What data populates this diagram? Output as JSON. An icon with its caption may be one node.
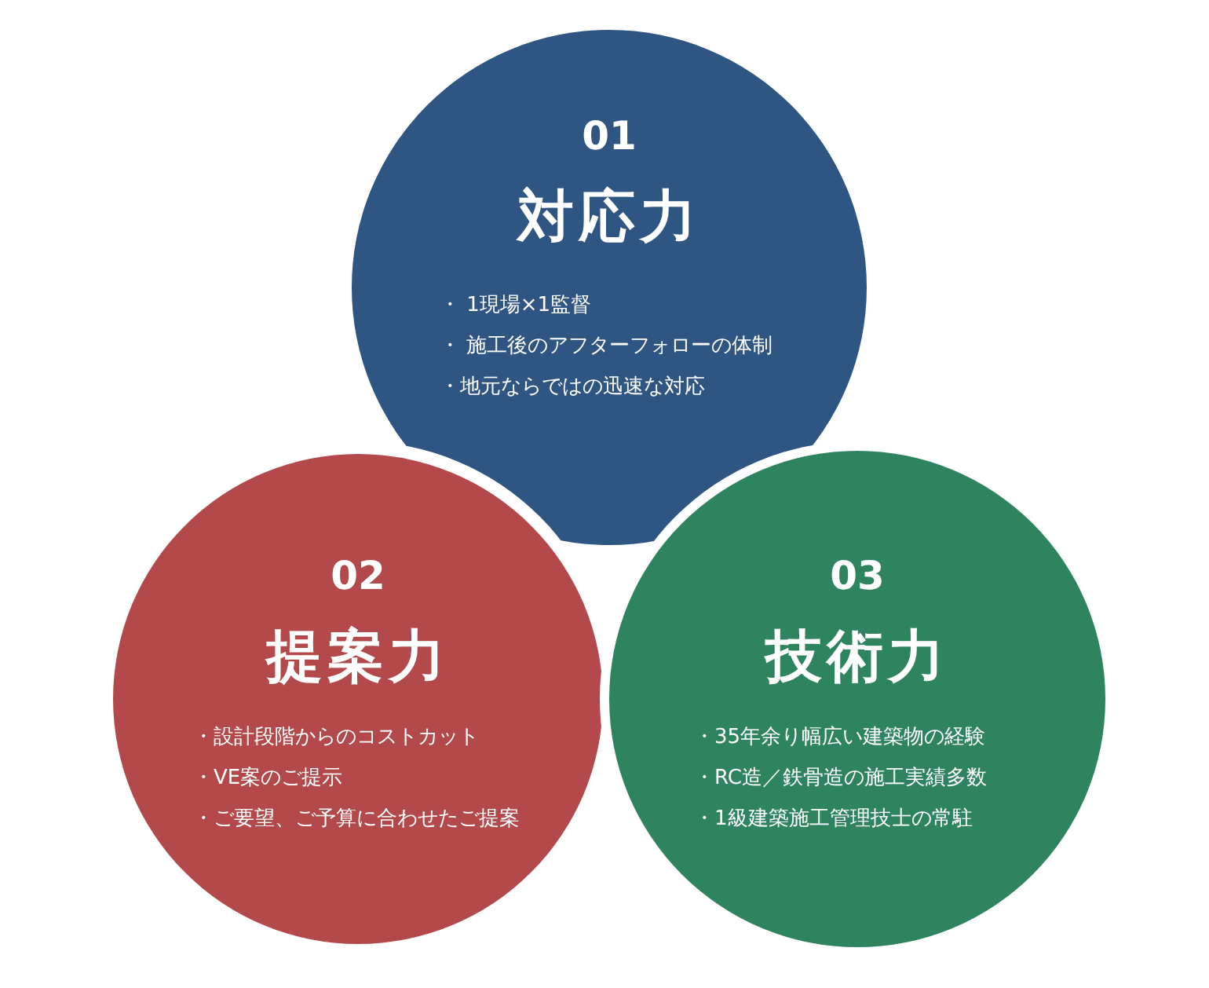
{
  "diagram": {
    "nodes": [
      {
        "text": [
          "01",
          "対応力",
          "・ 1現場×1監督",
          "・ 施工後のアフターフォローの体制",
          "・地元ならではの迅速な対応"
        ]
      },
      {
        "text": [
          "02",
          "提案力",
          "・設計段階からのコストカット",
          "・VE案のご提示",
          "・ご要望、ご予算に合わせたご提案"
        ]
      },
      {
        "text": [
          "03",
          "技術力",
          "・35年余り幅広い建築物の経験",
          "・RC造／鉄骨造の施工実績多数",
          "・1級建築施工管理技士の常駐"
        ]
      }
    ]
  }
}
